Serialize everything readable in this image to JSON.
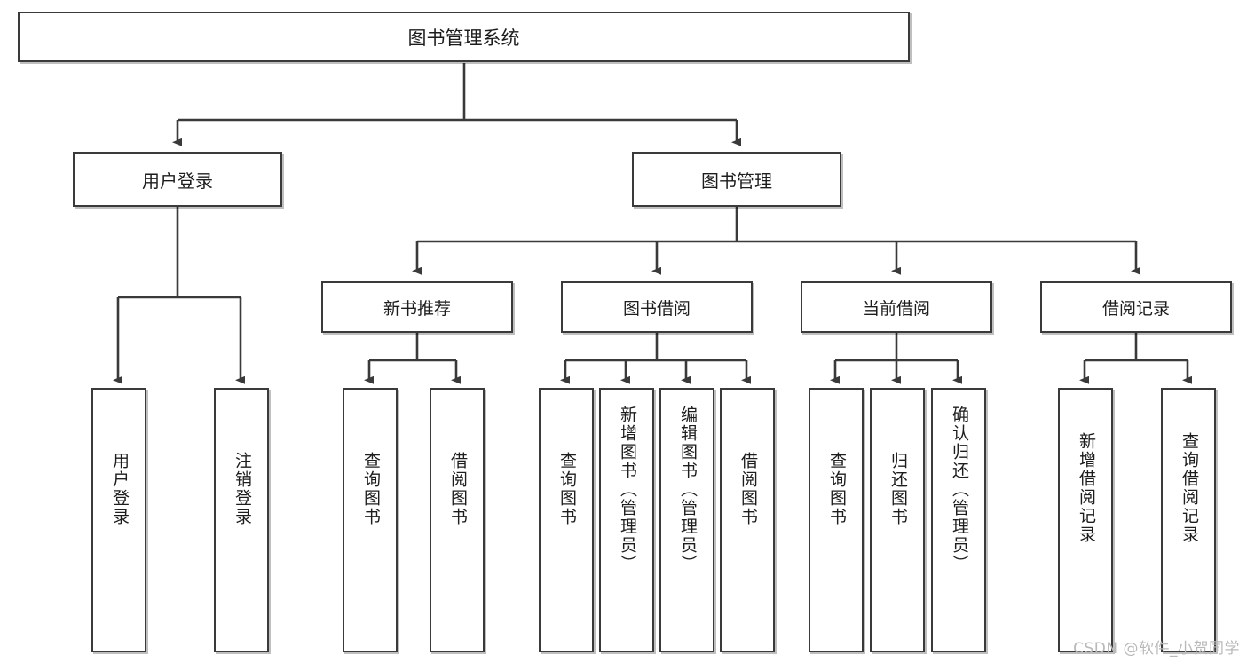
{
  "diagram": {
    "title": "图书管理系统",
    "watermark": "CSDN @软件_小贺同学",
    "line_color": "#3a3a3a",
    "box_fill": "#ffffff",
    "text_color": "#1d1d1d",
    "root": {
      "label": "图书管理系统"
    },
    "level2": [
      {
        "label": "用户登录"
      },
      {
        "label": "图书管理"
      }
    ],
    "level3": [
      {
        "label": "新书推荐"
      },
      {
        "label": "图书借阅"
      },
      {
        "label": "当前借阅"
      },
      {
        "label": "借阅记录"
      }
    ],
    "leaves": [
      {
        "label": "用户登录"
      },
      {
        "label": "注销登录"
      },
      {
        "label": "查询图书"
      },
      {
        "label": "借阅图书"
      },
      {
        "label": "查询图书"
      },
      {
        "label": "新增图书（管理员）"
      },
      {
        "label": "编辑图书（管理员）"
      },
      {
        "label": "借阅图书"
      },
      {
        "label": "查询图书"
      },
      {
        "label": "归还图书"
      },
      {
        "label": "确认归还（管理员）"
      },
      {
        "label": "新增借阅记录"
      },
      {
        "label": "查询借阅记录"
      }
    ]
  }
}
